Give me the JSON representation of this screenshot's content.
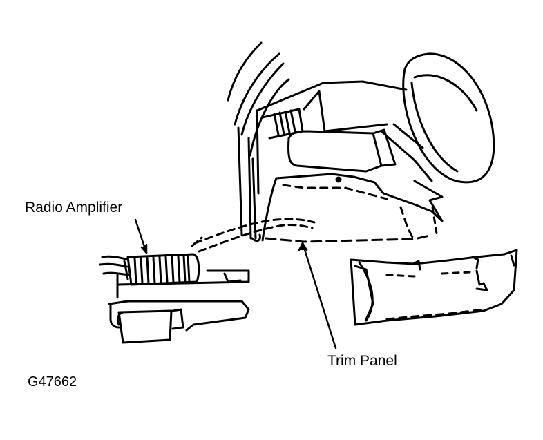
{
  "diagram": {
    "labels": {
      "radio_amplifier": "Radio Amplifier",
      "trim_panel": "Trim Panel",
      "figure_id": "G47662"
    },
    "colors": {
      "ink": "#000000",
      "paper": "#ffffff"
    }
  }
}
